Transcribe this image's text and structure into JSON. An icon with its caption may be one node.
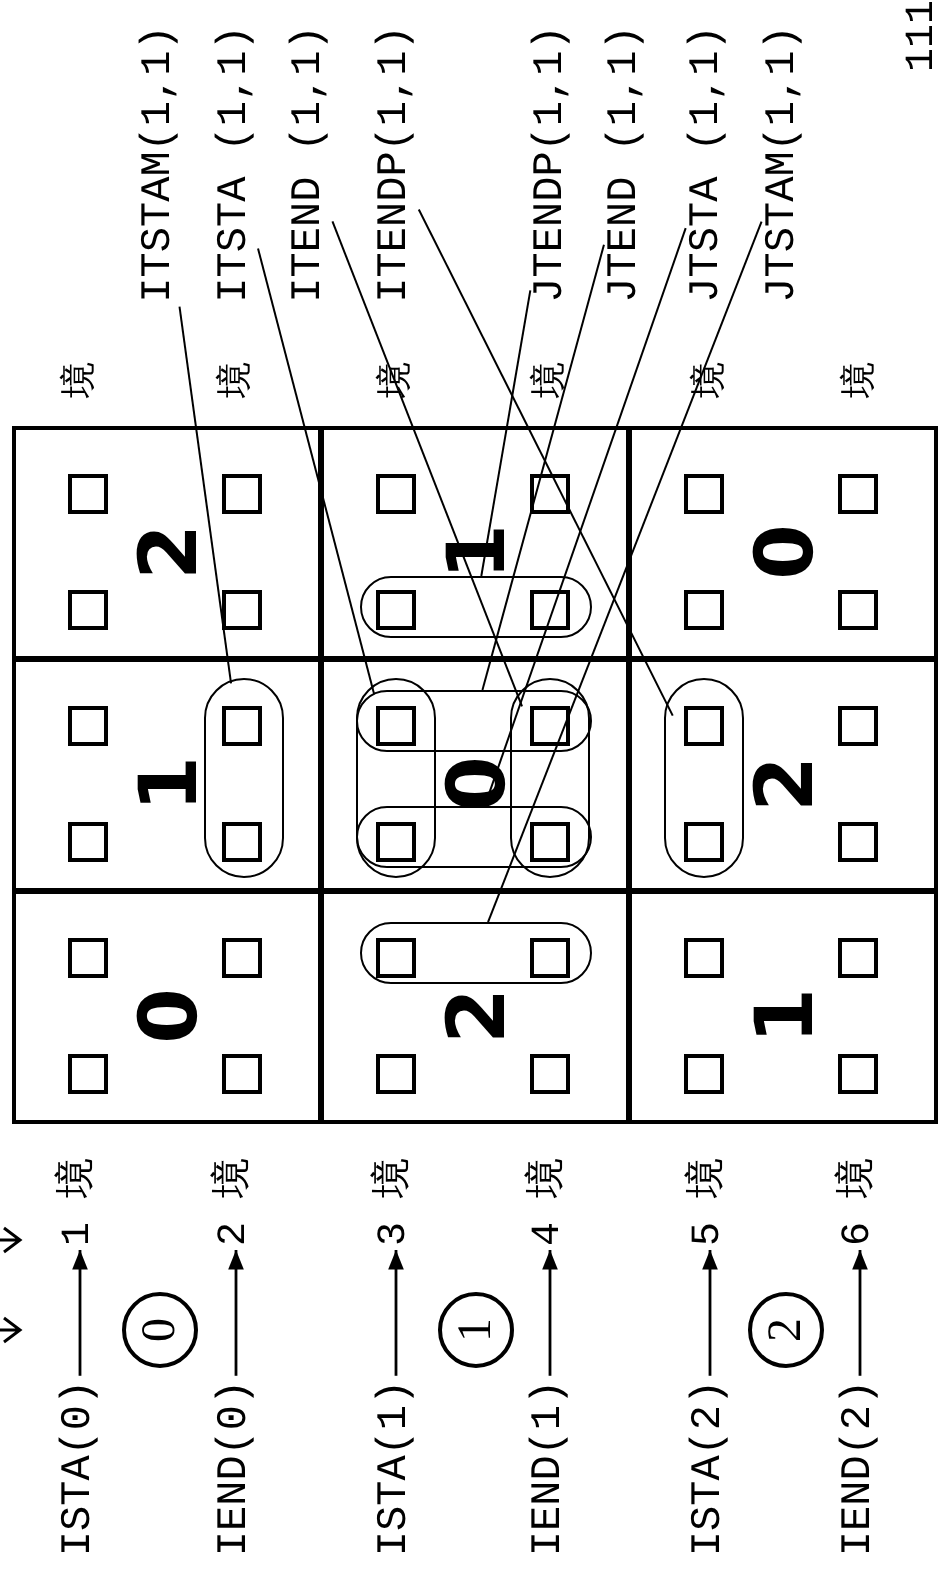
{
  "diagram": {
    "nodes": [
      {
        "text": [
          "ITSTAM(1,1)"
        ]
      },
      {
        "text": [
          "ITSTA (1,1)"
        ]
      },
      {
        "text": [
          "ITEND (1,1)"
        ]
      },
      {
        "text": [
          "ITENDP(1,1)"
        ]
      },
      {
        "text": [
          "JTENDP(1,1)"
        ]
      },
      {
        "text": [
          "JTEND (1,1)"
        ]
      },
      {
        "text": [
          "JTSTA (1,1)"
        ]
      },
      {
        "text": [
          "JTSTAM(1,1)"
        ]
      },
      {
        "text": [
          "2"
        ]
      },
      {
        "text": [
          "1"
        ]
      },
      {
        "text": [
          "0"
        ]
      },
      {
        "text": [
          "1"
        ]
      },
      {
        "text": [
          "0"
        ]
      },
      {
        "text": [
          "2"
        ]
      },
      {
        "text": [
          "0"
        ]
      },
      {
        "text": [
          "2"
        ]
      },
      {
        "text": [
          "1"
        ]
      },
      {
        "text": [],
        "shape": "oval",
        "in": 9
      },
      {
        "text": [],
        "shape": "oval",
        "in": 11
      },
      {
        "text": [],
        "shape": "oval",
        "in": 12
      },
      {
        "text": [],
        "shape": "oval",
        "in": 12
      },
      {
        "text": [],
        "shape": "oval",
        "in": 12
      },
      {
        "text": [],
        "shape": "oval",
        "in": 12
      },
      {
        "text": [],
        "shape": "oval",
        "in": 13
      },
      {
        "text": [],
        "shape": "oval",
        "in": 15
      },
      {
        "text": [
          "ISTA(0)"
        ]
      },
      {
        "text": [
          "1 境"
        ]
      },
      {
        "text": [
          "0"
        ]
      },
      {
        "text": [
          "IEND(0)"
        ]
      },
      {
        "text": [
          "2 境"
        ]
      },
      {
        "text": [
          "ISTA(1)"
        ]
      },
      {
        "text": [
          "3 境"
        ]
      },
      {
        "text": [
          "1"
        ]
      },
      {
        "text": [
          "IEND(1)"
        ]
      },
      {
        "text": [
          "4 境"
        ]
      },
      {
        "text": [
          "ISTA(2)"
        ]
      },
      {
        "text": [
          "5 境"
        ]
      },
      {
        "text": [
          "2"
        ]
      },
      {
        "text": [
          "IEND(2)"
        ]
      },
      {
        "text": [
          "6 境"
        ]
      }
    ],
    "edges": [
      {
        "from": 0,
        "to": 18,
        "arrow": "none"
      },
      {
        "from": 1,
        "to": 19,
        "arrow": "none"
      },
      {
        "from": 2,
        "to": 20,
        "arrow": "none"
      },
      {
        "from": 3,
        "to": 23,
        "arrow": "none"
      },
      {
        "from": 4,
        "to": 17,
        "arrow": "none"
      },
      {
        "from": 5,
        "to": 21,
        "arrow": "none"
      },
      {
        "from": 6,
        "to": 22,
        "arrow": "none"
      },
      {
        "from": 7,
        "to": 24,
        "arrow": "none"
      },
      {
        "from": 25,
        "to": 26,
        "arrow": "to"
      },
      {
        "from": 28,
        "to": 29,
        "arrow": "to"
      },
      {
        "from": 30,
        "to": 31,
        "arrow": "to"
      },
      {
        "from": 33,
        "to": 34,
        "arrow": "to"
      },
      {
        "from": 35,
        "to": 36,
        "arrow": "to"
      },
      {
        "from": 38,
        "to": 39,
        "arrow": "to"
      }
    ],
    "labels": [
      "111",
      "境",
      "境",
      "境",
      "境",
      "境",
      "境"
    ]
  }
}
